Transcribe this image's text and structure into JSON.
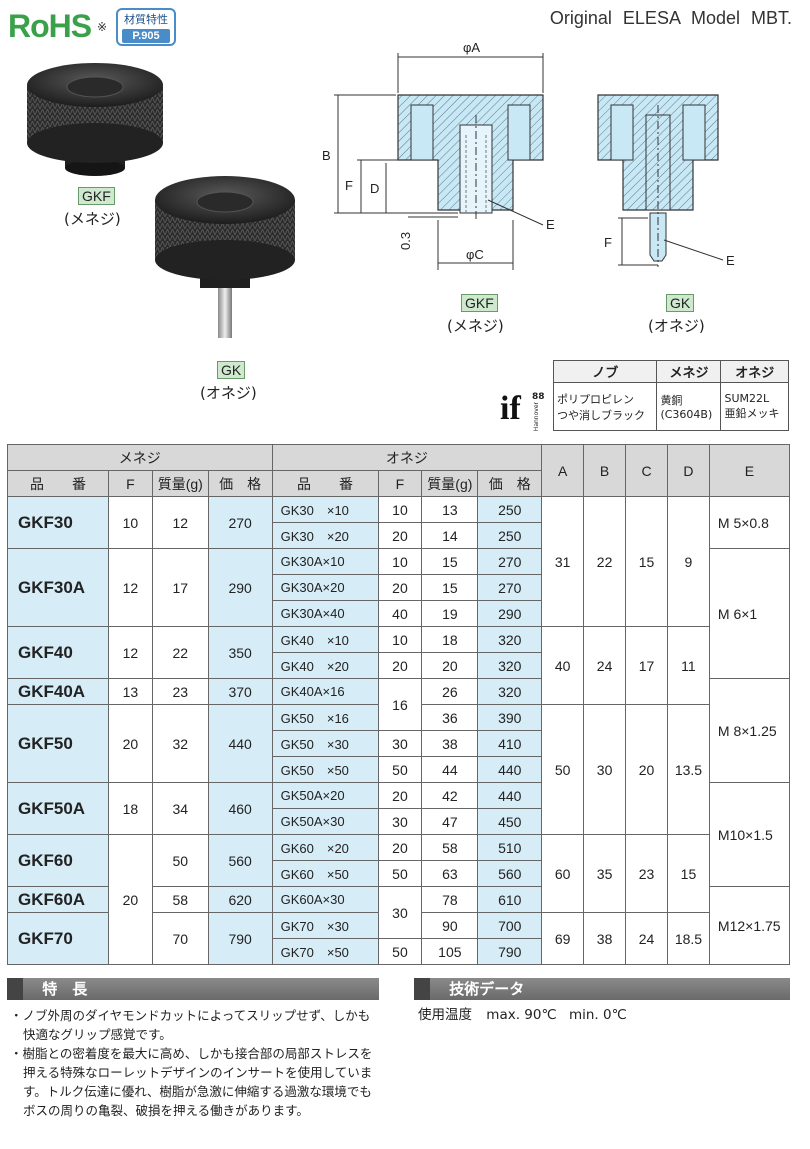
{
  "header": {
    "rohs": "RoHS",
    "rohs_mark": "※",
    "material_badge": "材質特性",
    "material_page": "P.905",
    "original": "Original ELESA Model MBT."
  },
  "products": {
    "gkf_tag": "GKF",
    "gkf_caption": "(メネジ)",
    "gk_tag": "GK",
    "gk_caption": "(オネジ)"
  },
  "drawing": {
    "dim_a": "φA",
    "dim_b": "B",
    "dim_f": "F",
    "dim_d": "D",
    "dim_c": "φC",
    "dim_e": "E",
    "dim_03": "0.3"
  },
  "material_table": {
    "logo_text": "if",
    "logo_sub": "88",
    "logo_vertical": "Hannover",
    "headers": [
      "ノブ",
      "メネジ",
      "オネジ"
    ],
    "knob": [
      "ポリプロピレン",
      "つや消しブラック"
    ],
    "female": [
      "黄銅",
      "(C3604B)"
    ],
    "male": [
      "SUM22L",
      "亜鉛メッキ"
    ]
  },
  "spec_table": {
    "group_female": "メネジ",
    "group_male": "オネジ",
    "dims": [
      "A",
      "B",
      "C",
      "D",
      "E"
    ],
    "col_code": "品　　番",
    "col_f": "F",
    "col_mass": "質量(g)",
    "col_price": "価　格",
    "female": [
      {
        "code": "GKF30",
        "f": "10",
        "mass": "12",
        "price": "270"
      },
      {
        "code": "GKF30A",
        "f": "12",
        "mass": "17",
        "price": "290"
      },
      {
        "code": "GKF40",
        "f": "12",
        "mass": "22",
        "price": "350"
      },
      {
        "code": "GKF40A",
        "f": "13",
        "mass": "23",
        "price": "370"
      },
      {
        "code": "GKF50",
        "f": "20",
        "mass": "32",
        "price": "440"
      },
      {
        "code": "GKF50A",
        "f": "18",
        "mass": "34",
        "price": "460"
      },
      {
        "code": "GKF60",
        "f": "20",
        "mass": "50",
        "price": "560"
      },
      {
        "code": "GKF60A",
        "mass": "58",
        "price": "620"
      },
      {
        "code": "GKF70",
        "mass": "70",
        "price": "790"
      }
    ],
    "male": [
      {
        "code": "GK30　×10",
        "f": "10",
        "mass": "13",
        "price": "250"
      },
      {
        "code": "GK30　×20",
        "f": "20",
        "mass": "14",
        "price": "250"
      },
      {
        "code": "GK30A×10",
        "f": "10",
        "mass": "15",
        "price": "270"
      },
      {
        "code": "GK30A×20",
        "f": "20",
        "mass": "15",
        "price": "270"
      },
      {
        "code": "GK30A×40",
        "f": "40",
        "mass": "19",
        "price": "290"
      },
      {
        "code": "GK40　×10",
        "f": "10",
        "mass": "18",
        "price": "320"
      },
      {
        "code": "GK40　×20",
        "f": "20",
        "mass": "20",
        "price": "320"
      },
      {
        "code": "GK40A×16",
        "f": "16",
        "mass": "26",
        "price": "320"
      },
      {
        "code": "GK50　×16",
        "mass": "36",
        "price": "390"
      },
      {
        "code": "GK50　×30",
        "f": "30",
        "mass": "38",
        "price": "410"
      },
      {
        "code": "GK50　×50",
        "f": "50",
        "mass": "44",
        "price": "440"
      },
      {
        "code": "GK50A×20",
        "f": "20",
        "mass": "42",
        "price": "440"
      },
      {
        "code": "GK50A×30",
        "f": "30",
        "mass": "47",
        "price": "450"
      },
      {
        "code": "GK60　×20",
        "f": "20",
        "mass": "58",
        "price": "510"
      },
      {
        "code": "GK60　×50",
        "f": "50",
        "mass": "63",
        "price": "560"
      },
      {
        "code": "GK60A×30",
        "f": "30",
        "mass": "78",
        "price": "610"
      },
      {
        "code": "GK70　×30",
        "mass": "90",
        "price": "700"
      },
      {
        "code": "GK70　×50",
        "f": "50",
        "mass": "105",
        "price": "790"
      }
    ],
    "size_groups": [
      {
        "a": "31",
        "b": "22",
        "c": "15",
        "d": "9"
      },
      {
        "a": "40",
        "b": "24",
        "c": "17",
        "d": "11"
      },
      {
        "a": "50",
        "b": "30",
        "c": "20",
        "d": "13.5"
      },
      {
        "a": "60",
        "b": "35",
        "c": "23",
        "d": "15"
      },
      {
        "a": "69",
        "b": "38",
        "c": "24",
        "d": "18.5"
      }
    ],
    "threads": [
      "M 5×0.8",
      "M 6×1",
      "M 8×1.25",
      "M10×1.5",
      "M12×1.75"
    ]
  },
  "features": {
    "title": "特　長",
    "items": [
      "・ノブ外周のダイヤモンドカットによってスリップせず、しかも快適なグリップ感覚です。",
      "・樹脂との密着度を最大に高め、しかも接合部の局部ストレスを押える特殊なローレットデザインのインサートを使用しています。トルク伝達に優れ、樹脂が急激に伸縮する過激な環境でもボスの周りの亀裂、破損を押える働きがあります。"
    ]
  },
  "tech": {
    "title": "技術データ",
    "temp_label": "使用温度",
    "temp_max": "max. 90℃",
    "temp_min": "min. 0℃"
  }
}
